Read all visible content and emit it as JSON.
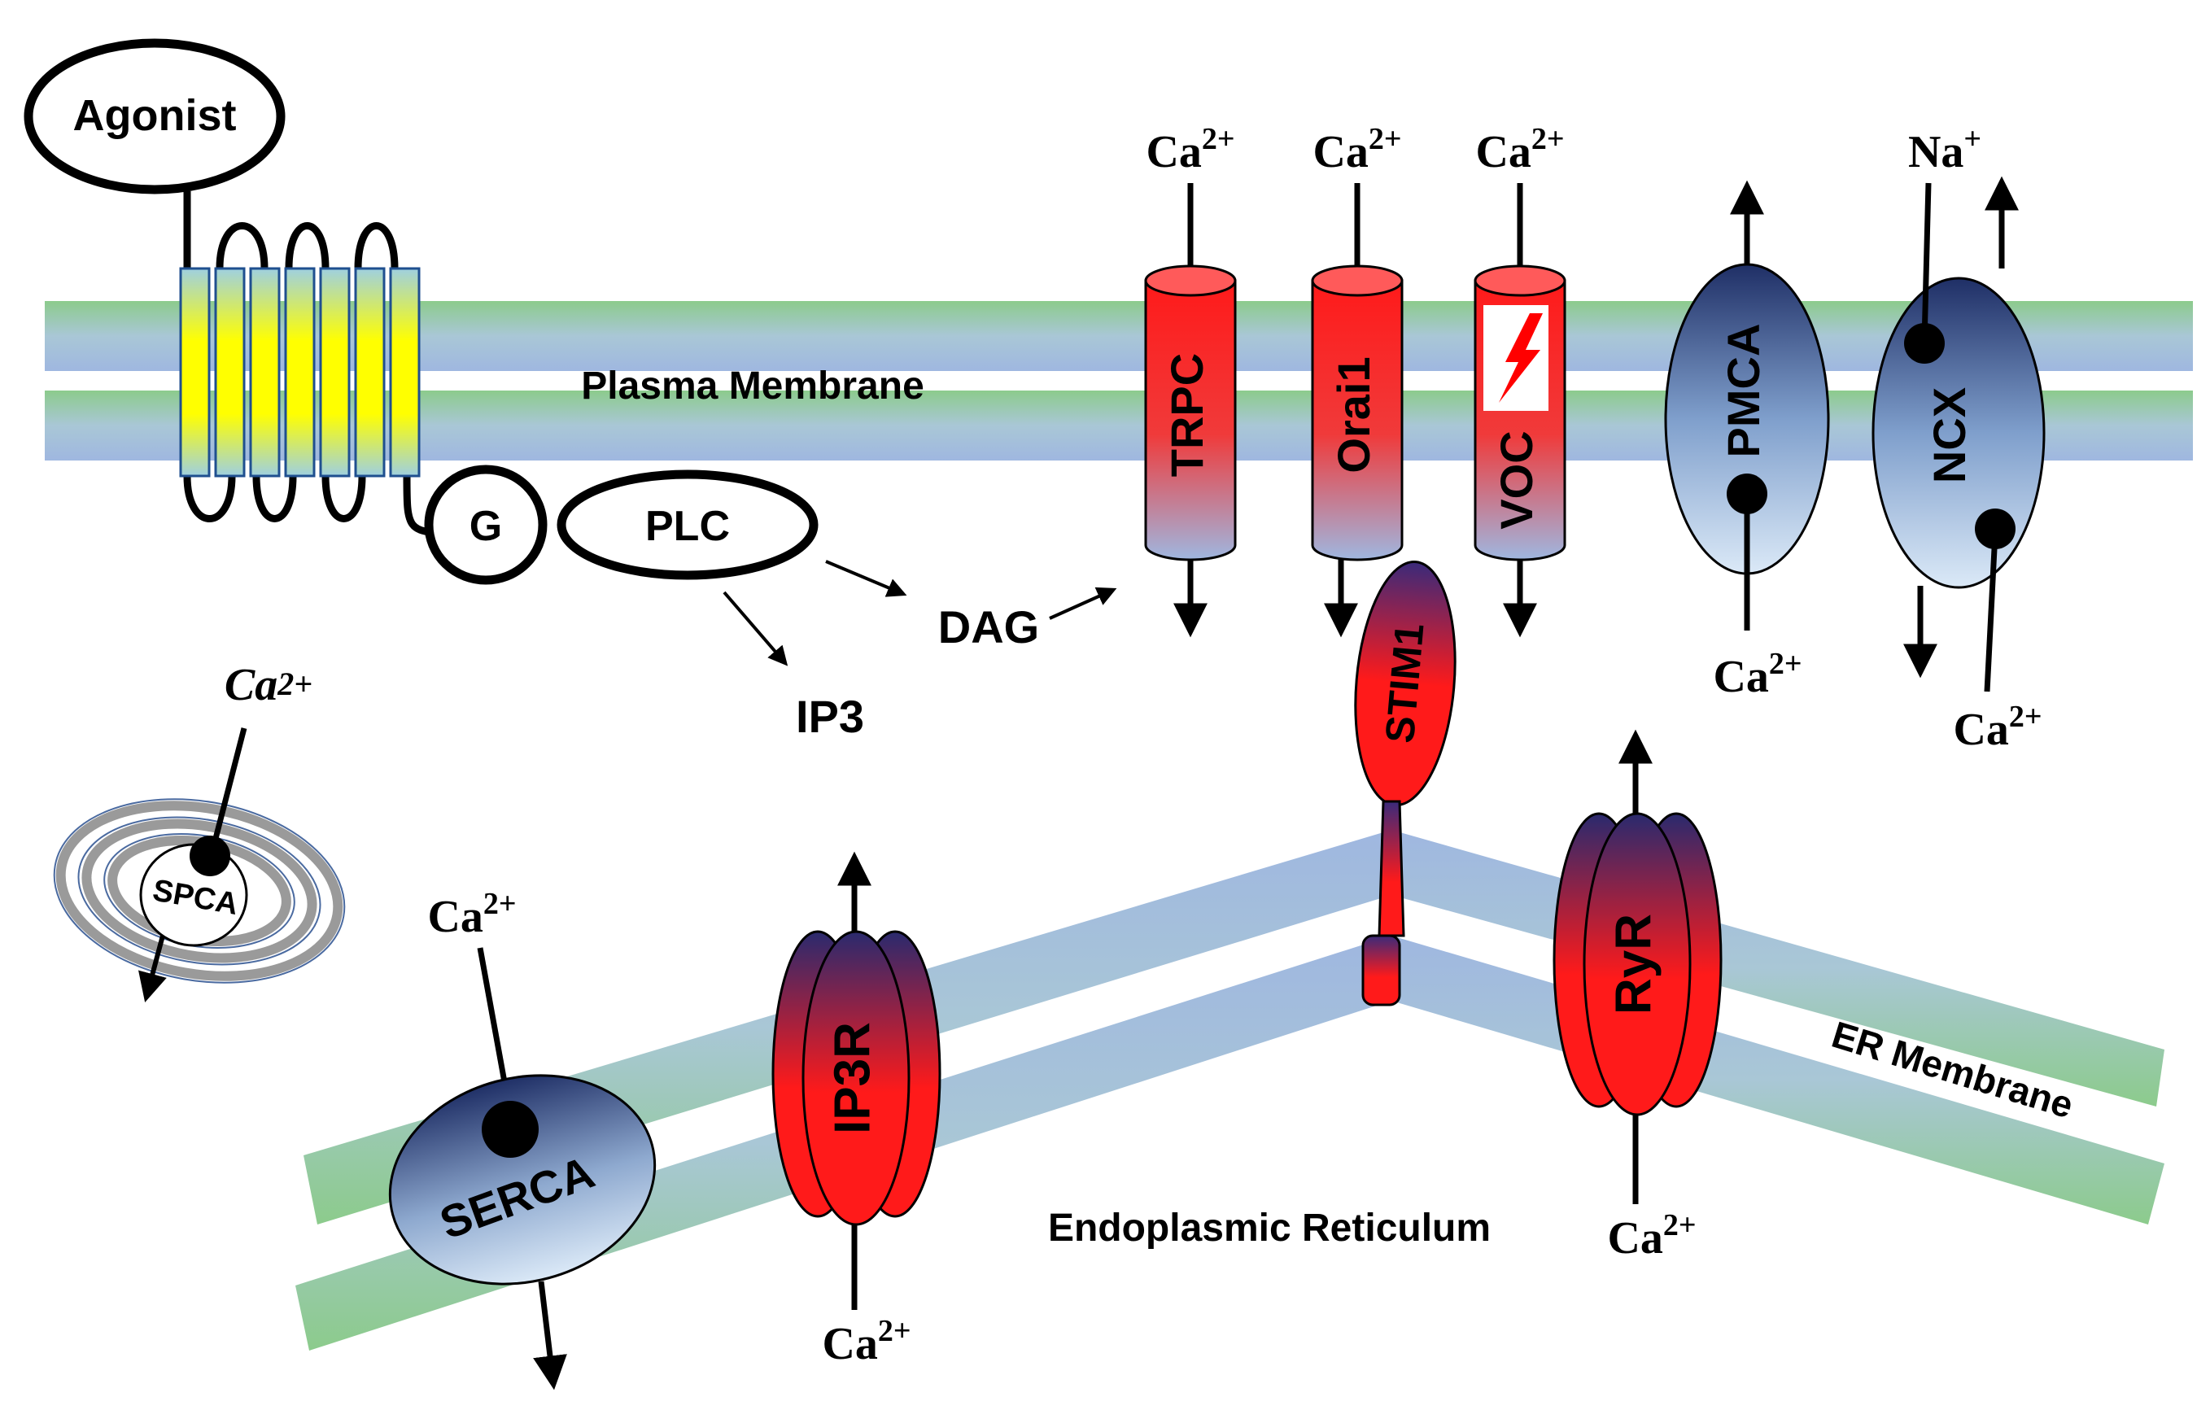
{
  "labels": {
    "agonist": "Agonist",
    "g_protein": "G",
    "plc": "PLC",
    "dag": "DAG",
    "ip3": "IP3",
    "plasma_membrane": "Plasma Membrane",
    "trpc": "TRPC",
    "orai1": "Orai1",
    "voc": "VOC",
    "pmca": "PMCA",
    "ncx": "NCX",
    "stim1": "STIM1",
    "spca": "SPCA",
    "serca": "SERCA",
    "ip3r": "IP3R",
    "ryr": "RyR",
    "er_membrane": "ER Membrane",
    "endoplasmic_reticulum": "Endoplasmic Reticulum"
  },
  "ions": {
    "calcium_base": "Ca",
    "calcium_charge": "2+",
    "sodium_base": "Na",
    "sodium_charge": "+"
  },
  "colors": {
    "membrane_green": "#8ccb8c",
    "membrane_blue": "#9fb7e0",
    "helix_yellow": "#ffff00",
    "channel_red": "#ff1a1a",
    "pump_navy": "#1f2f66",
    "pump_light": "#dbe9f7",
    "voc_bolt": "#ff0000",
    "spca_ring": "#9a9a9a"
  }
}
